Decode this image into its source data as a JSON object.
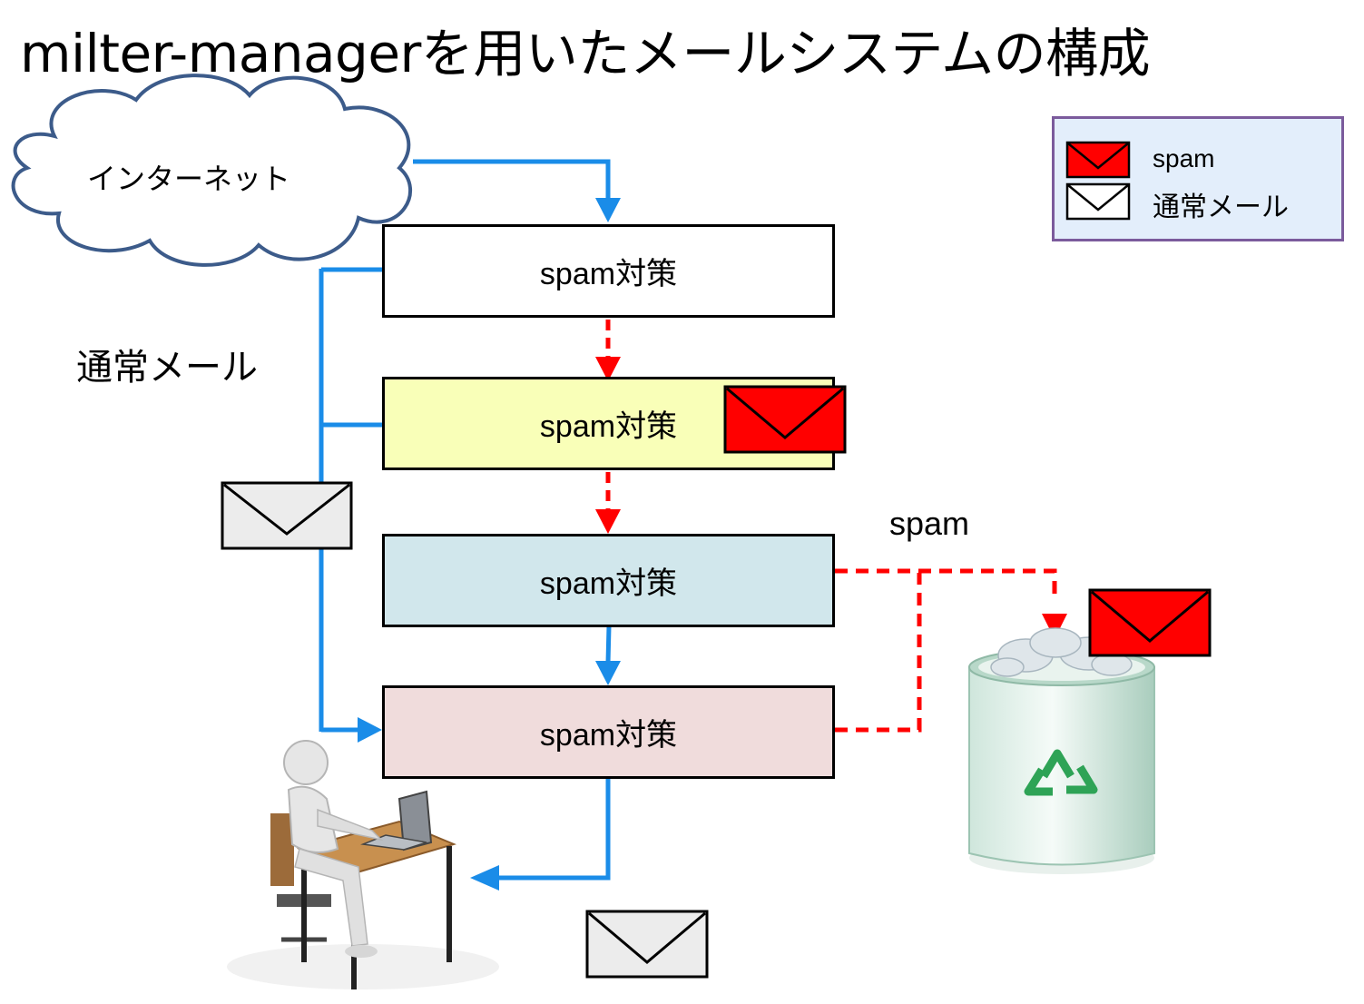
{
  "title": "milter-managerを用いたメールシステムの構成",
  "cloud_label": "インターネット",
  "normal_mail_label": "通常メール",
  "spam_label": "spam",
  "filters": [
    {
      "label": "spam対策",
      "color": "#ffffff"
    },
    {
      "label": "spam対策",
      "color": "#f9ffb8"
    },
    {
      "label": "spam対策",
      "color": "#d1e7ec"
    },
    {
      "label": "spam対策",
      "color": "#f0dcdc"
    }
  ],
  "legend": {
    "items": [
      {
        "label": "spam",
        "icon": "red-envelope-icon",
        "color": "#ff0000"
      },
      {
        "label": "通常メール",
        "icon": "white-envelope-icon",
        "color": "#ffffff"
      }
    ]
  },
  "colors": {
    "normal_flow": "#1a8ce8",
    "spam_flow": "#ff0000"
  }
}
